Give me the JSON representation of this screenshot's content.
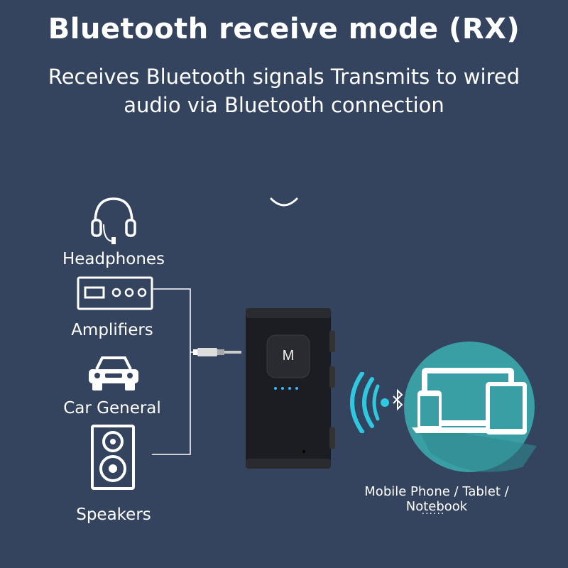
{
  "header": {
    "title": "Bluetooth receive mode (RX)",
    "subtitle": "Receives Bluetooth signals Transmits to wired audio via Bluetooth connection"
  },
  "outputs": [
    {
      "label": "Headphones",
      "icon": "headphones-icon"
    },
    {
      "label": "Amplifiers",
      "icon": "amplifier-icon"
    },
    {
      "label": "Car General",
      "icon": "car-icon"
    },
    {
      "label": "Speakers",
      "icon": "speaker-icon"
    }
  ],
  "receiver": {
    "button_label": "M",
    "icon": "bluetooth-receiver-icon"
  },
  "sources": {
    "label": "Mobile Phone / Tablet / Notebook",
    "ellipsis": "......",
    "icon": "bluetooth-icon"
  },
  "colors": {
    "background": "#34445e",
    "accent": "#2ec8e0",
    "device_circle": "#3a9fa5"
  }
}
